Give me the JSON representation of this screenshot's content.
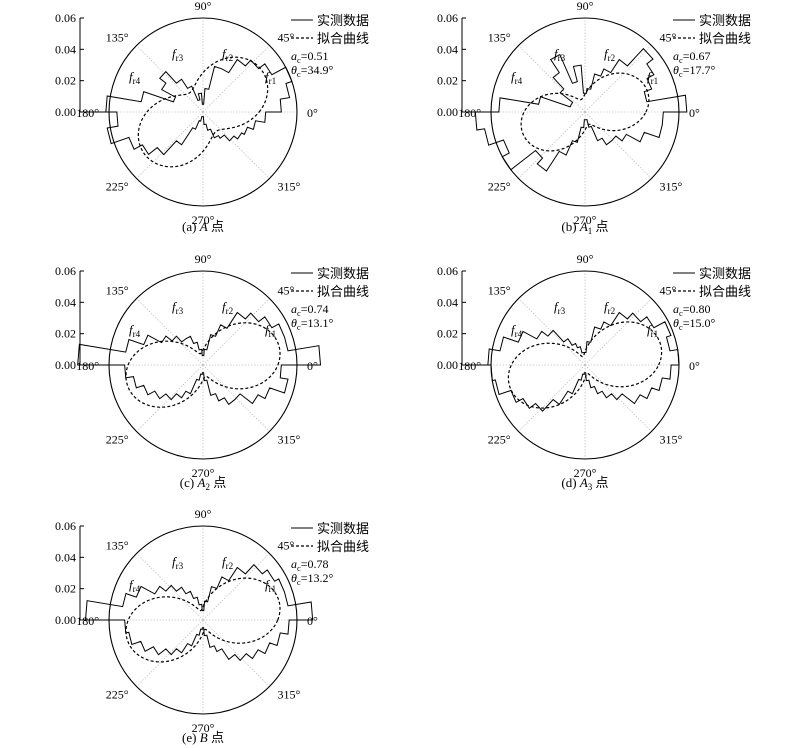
{
  "legend": {
    "measured": "实测数据",
    "fitted": "拟合曲线"
  },
  "axis": {
    "ticks": [
      "0.00",
      "0.02",
      "0.04",
      "0.06"
    ],
    "angle_labels": [
      "0°",
      "45°",
      "90°",
      "135°",
      "180°",
      "225°",
      "270°",
      "315°"
    ]
  },
  "sector_labels": [
    {
      "base": "f",
      "sub": "r1"
    },
    {
      "base": "f",
      "sub": "r2"
    },
    {
      "base": "f",
      "sub": "r3"
    },
    {
      "base": "f",
      "sub": "r4"
    }
  ],
  "chart_data": [
    {
      "type": "polar-rose",
      "caption": {
        "prefix": "(a) ",
        "italic": "A",
        "sub": "",
        "suffix": " 点"
      },
      "params": {
        "a": "0.51",
        "theta": "34.9°"
      },
      "rlim": [
        0,
        0.06
      ],
      "fit": {
        "a": 0.51,
        "theta_deg": 34.9,
        "max": 0.046
      },
      "measured": [
        0.05,
        0.056,
        0.06,
        0.05,
        0.045,
        0.04,
        0.03,
        0.03,
        0.015,
        0.005,
        0.012,
        0.008,
        0.018,
        0.025,
        0.035,
        0.03,
        0.02,
        0.04,
        0.062,
        0.055,
        0.062,
        0.05,
        0.044,
        0.037,
        0.025,
        0.012,
        0.006,
        0.003,
        0.003,
        0.008,
        0.012,
        0.018,
        0.02,
        0.025,
        0.028,
        0.03,
        0.034,
        0.04
      ]
    },
    {
      "type": "polar-rose",
      "caption": {
        "prefix": "(b) ",
        "italic": "A",
        "sub": "1",
        "suffix": " 点"
      },
      "params": {
        "a": "0.67",
        "theta": "17.7°"
      },
      "rlim": [
        0,
        0.06
      ],
      "fit": {
        "a": 0.67,
        "theta_deg": 17.7,
        "max": 0.042
      },
      "measured": [
        0.065,
        0.04,
        0.045,
        0.05,
        0.055,
        0.04,
        0.03,
        0.025,
        0.015,
        0.012,
        0.03,
        0.02,
        0.04,
        0.03,
        0.02,
        0.01,
        0.01,
        0.03,
        0.055,
        0.07,
        0.065,
        0.055,
        0.06,
        0.04,
        0.045,
        0.03,
        0.02,
        0.01,
        0.005,
        0.005,
        0.01,
        0.02,
        0.025,
        0.025,
        0.03,
        0.04,
        0.05,
        0.05
      ]
    },
    {
      "type": "polar-rose",
      "caption": {
        "prefix": "(c) ",
        "italic": "A",
        "sub": "2",
        "suffix": " 点"
      },
      "params": {
        "a": "0.74",
        "theta": "13.1°"
      },
      "rlim": [
        0,
        0.06
      ],
      "fit": {
        "a": 0.74,
        "theta_deg": 13.1,
        "max": 0.05
      },
      "measured": [
        0.075,
        0.055,
        0.055,
        0.05,
        0.045,
        0.04,
        0.028,
        0.02,
        0.01,
        0.006,
        0.01,
        0.015,
        0.02,
        0.02,
        0.025,
        0.03,
        0.04,
        0.05,
        0.08,
        0.05,
        0.045,
        0.04,
        0.035,
        0.03,
        0.025,
        0.02,
        0.01,
        0.006,
        0.005,
        0.01,
        0.02,
        0.025,
        0.03,
        0.03,
        0.04,
        0.045,
        0.055,
        0.05
      ]
    },
    {
      "type": "polar-rose",
      "caption": {
        "prefix": "(d) ",
        "italic": "A",
        "sub": "3",
        "suffix": " 点"
      },
      "params": {
        "a": "0.80",
        "theta": "15.0°"
      },
      "rlim": [
        0,
        0.06
      ],
      "fit": {
        "a": 0.8,
        "theta_deg": 15.0,
        "max": 0.05
      },
      "measured": [
        0.06,
        0.055,
        0.058,
        0.05,
        0.045,
        0.04,
        0.03,
        0.025,
        0.015,
        0.008,
        0.008,
        0.012,
        0.015,
        0.02,
        0.03,
        0.035,
        0.045,
        0.055,
        0.062,
        0.06,
        0.058,
        0.05,
        0.045,
        0.04,
        0.03,
        0.02,
        0.01,
        0.006,
        0.005,
        0.01,
        0.015,
        0.02,
        0.025,
        0.03,
        0.04,
        0.045,
        0.05,
        0.055
      ]
    },
    {
      "type": "polar-rose",
      "caption": {
        "prefix": "(e) ",
        "italic": "B",
        "sub": "",
        "suffix": " 点"
      },
      "params": {
        "a": "0.78",
        "theta": "13.2°"
      },
      "rlim": [
        0,
        0.06
      ],
      "fit": {
        "a": 0.78,
        "theta_deg": 13.2,
        "max": 0.05
      },
      "measured": [
        0.07,
        0.055,
        0.055,
        0.052,
        0.048,
        0.04,
        0.03,
        0.022,
        0.012,
        0.006,
        0.01,
        0.015,
        0.02,
        0.025,
        0.03,
        0.035,
        0.045,
        0.052,
        0.075,
        0.05,
        0.048,
        0.042,
        0.036,
        0.03,
        0.025,
        0.018,
        0.01,
        0.006,
        0.005,
        0.01,
        0.018,
        0.022,
        0.03,
        0.035,
        0.04,
        0.045,
        0.05,
        0.055
      ]
    }
  ]
}
